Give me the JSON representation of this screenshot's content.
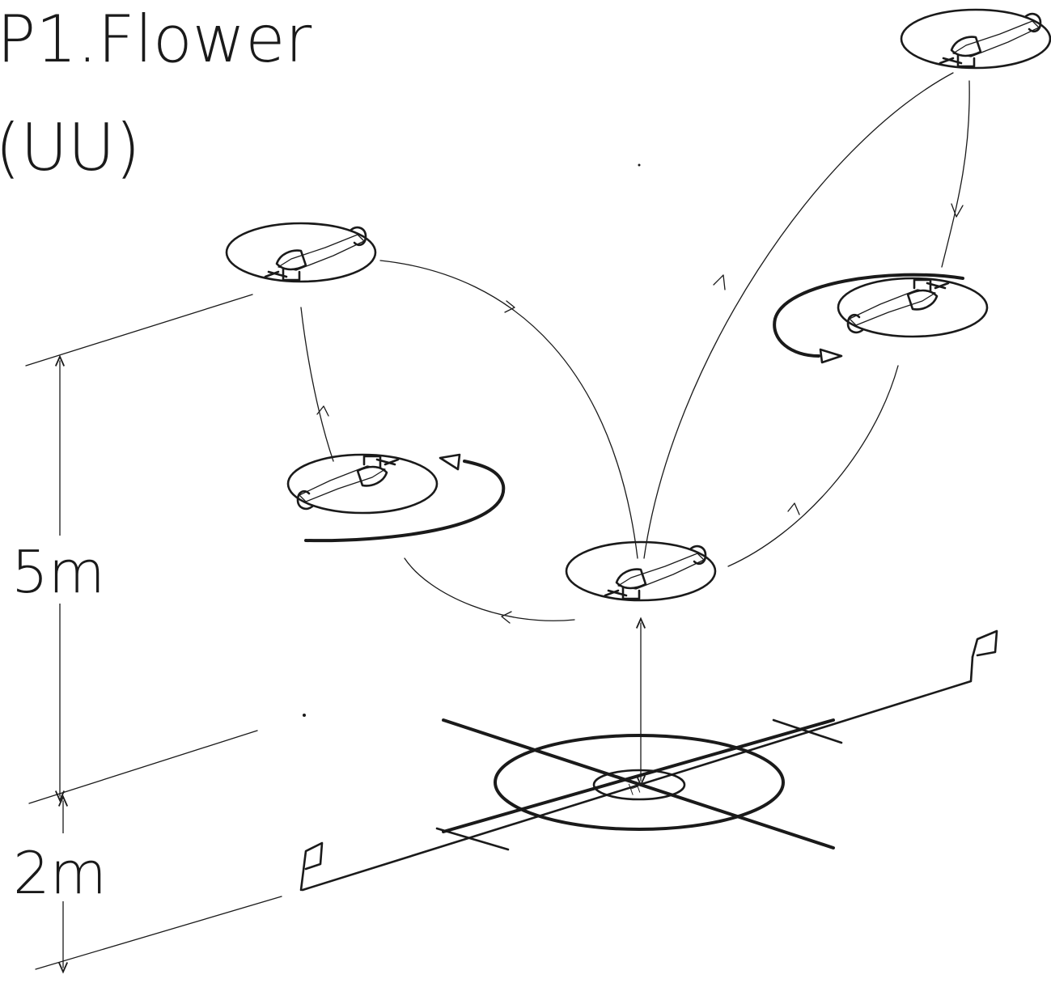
{
  "title": "P1.Flower",
  "subtitle": "(UU)",
  "dimensions": {
    "upper": "5m",
    "lower": "2m"
  },
  "pad_marker": "H",
  "colors": {
    "ink": "#1a1a1a",
    "background": "#ffffff"
  }
}
